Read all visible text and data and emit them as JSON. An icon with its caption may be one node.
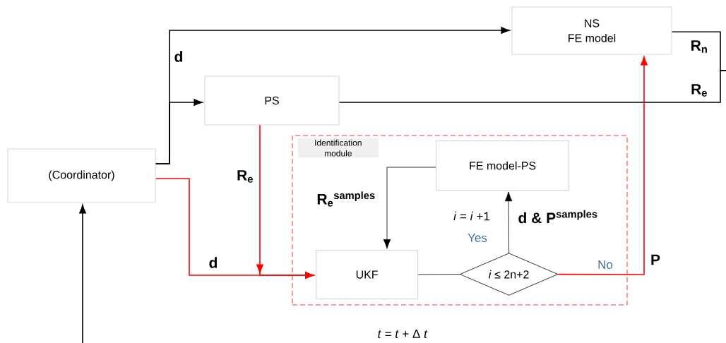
{
  "diagram": {
    "nodes": [
      {
        "text": [
          "NS",
          "FE model"
        ]
      },
      {
        "text": [
          "PS"
        ]
      },
      {
        "text": [
          "(Coordinator)"
        ]
      },
      {
        "text": [
          "Identification module"
        ]
      },
      {
        "text": [
          "FE model-PS"
        ],
        "in": 3
      },
      {
        "text": [
          "UKF"
        ],
        "in": 3
      },
      {
        "text": [
          "*i* ≤ 2n+2"
        ],
        "in": 3
      }
    ],
    "edges": [
      {
        "from": 2,
        "to": 0,
        "arrow": "to",
        "label": "d"
      },
      {
        "from": 2,
        "to": 1,
        "arrow": "to"
      },
      {
        "from": 1,
        "to": null,
        "arrow": "none",
        "label": "R$_{e}$"
      },
      {
        "from": 0,
        "to": null,
        "arrow": "none",
        "label": "R$_{n}$"
      },
      {
        "from": null,
        "to": 2,
        "arrow": "to"
      },
      {
        "from": 2,
        "to": 5,
        "arrow": "to",
        "label": "d",
        "color": "#ff0000"
      },
      {
        "from": 1,
        "to": 5,
        "arrow": "to",
        "label": "R$_{e}$",
        "color": "#ff0000"
      },
      {
        "from": 4,
        "to": 5,
        "arrow": "to",
        "label": "R$_{e}$$^{samples}$"
      },
      {
        "from": 6,
        "to": 4,
        "arrow": "to",
        "label": "d & P$^{samples}$"
      },
      {
        "from": 5,
        "to": 6,
        "arrow": "none"
      },
      {
        "from": 6,
        "to": 0,
        "arrow": "to",
        "label": "P",
        "color": "#ff0000"
      }
    ],
    "labels": [
      "*i* = *i* +1",
      "Yes",
      "No",
      "*t* = *t* + Δ *t*"
    ]
  }
}
